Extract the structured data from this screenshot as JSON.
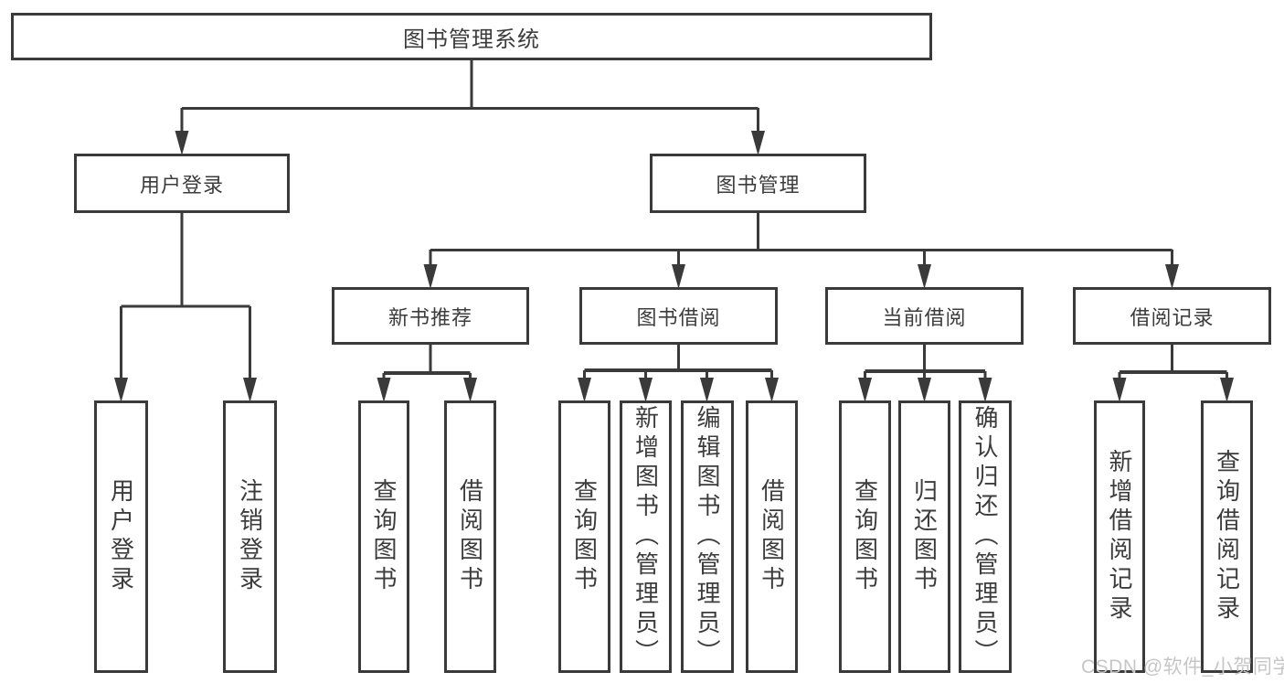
{
  "diagram": {
    "title": "图书管理系统",
    "level2": [
      {
        "label": "用户登录"
      },
      {
        "label": "图书管理"
      }
    ],
    "level3": [
      {
        "label": "新书推荐"
      },
      {
        "label": "图书借阅"
      },
      {
        "label": "当前借阅"
      },
      {
        "label": "借阅记录"
      }
    ],
    "leaves": {
      "user_login": [
        {
          "label": "用户登录"
        },
        {
          "label": "注销登录"
        }
      ],
      "new_book": [
        {
          "label": "查询图书"
        },
        {
          "label": "借阅图书"
        }
      ],
      "book_borrow": [
        {
          "label": "查询图书"
        },
        {
          "label": "新增图书（管理员）"
        },
        {
          "label": "编辑图书（管理员）"
        },
        {
          "label": "借阅图书"
        }
      ],
      "current_borrow": [
        {
          "label": "查询图书"
        },
        {
          "label": "归还图书"
        },
        {
          "label": "确认归还（管理员）"
        }
      ],
      "borrow_record": [
        {
          "label": "新增借阅记录"
        },
        {
          "label": "查询借阅记录"
        }
      ]
    }
  },
  "watermark": "CSDN @软件_小贺同学",
  "colors": {
    "line": "#3a3a3a",
    "text": "#3c3c3c",
    "watermark": "#c6c6c6",
    "background": "#ffffff"
  }
}
